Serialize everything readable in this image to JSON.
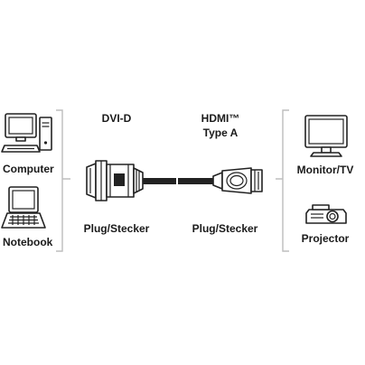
{
  "left_devices": {
    "computer_label": "Computer",
    "notebook_label": "Notebook"
  },
  "connectors": {
    "left_title": "DVI-D",
    "right_title_line1": "HDMI™",
    "right_title_line2": "Type A",
    "left_plug_label": "Plug/Stecker",
    "right_plug_label": "Plug/Stecker"
  },
  "right_devices": {
    "monitor_label": "Monitor/TV",
    "projector_label": "Projector"
  },
  "colors": {
    "line": "#222222",
    "bracket": "#bdbdbd",
    "background": "#ffffff"
  }
}
